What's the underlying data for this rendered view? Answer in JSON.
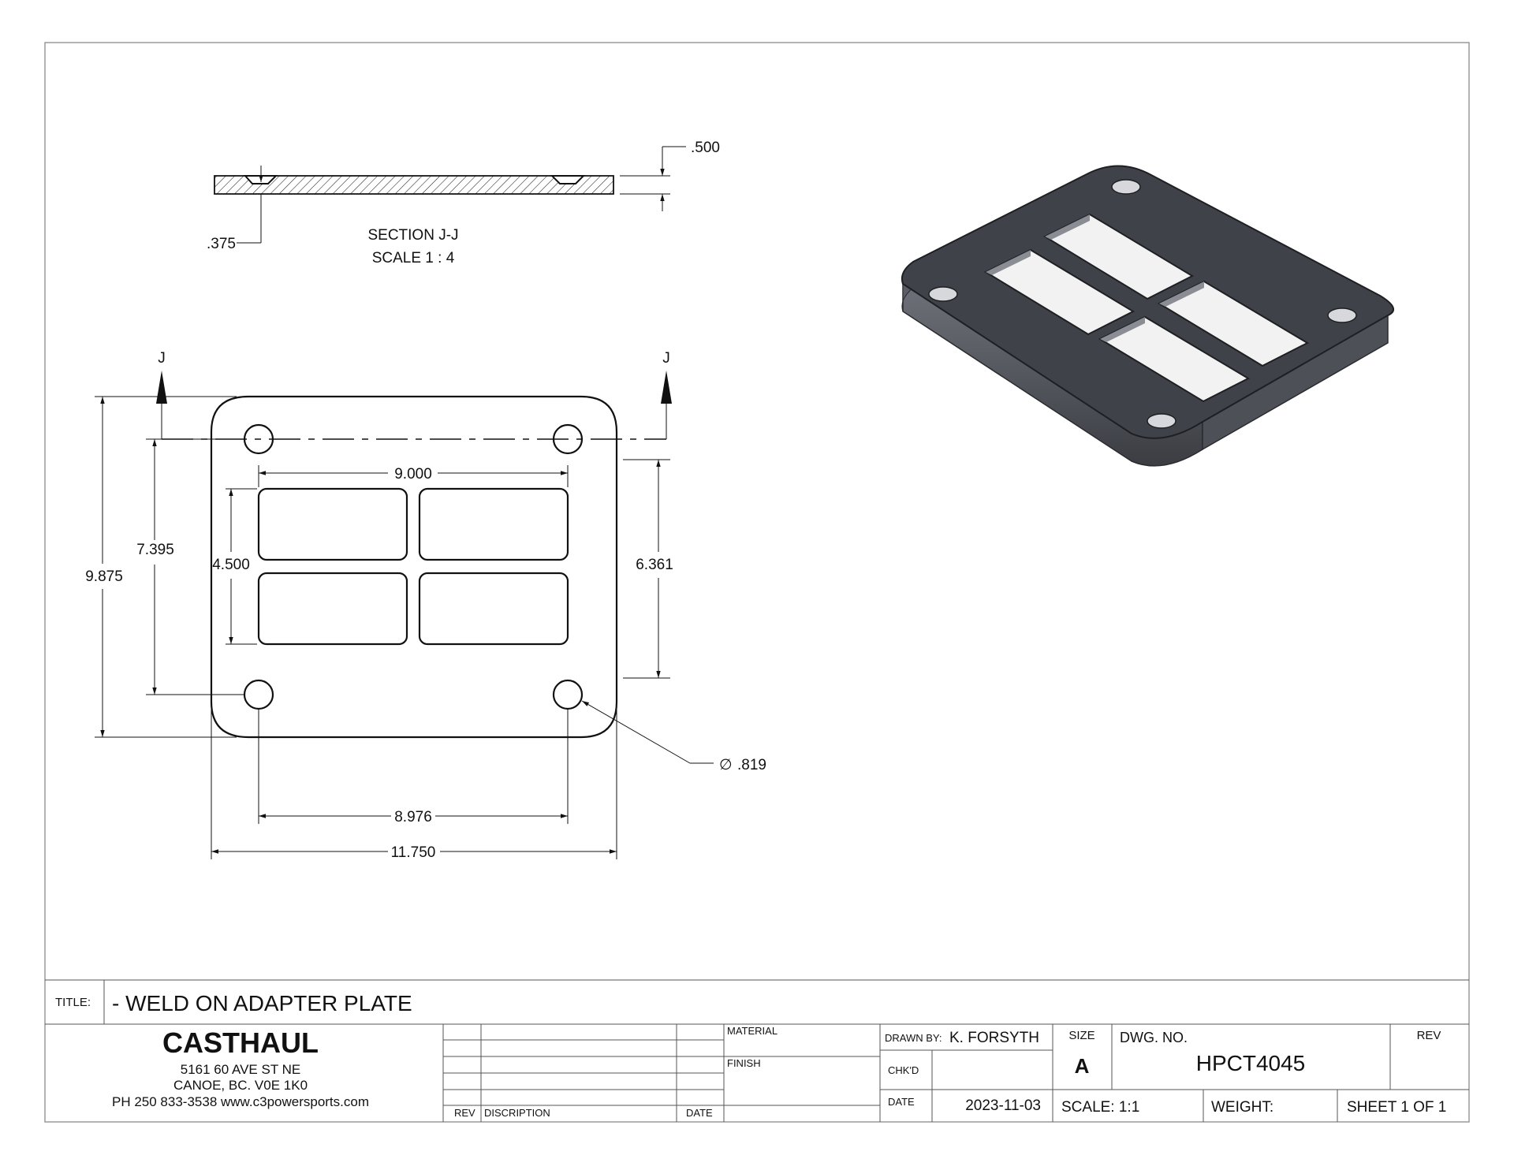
{
  "section_view": {
    "thickness_dim": ".500",
    "counterbore_dim": ".375",
    "label_line1": "SECTION J-J",
    "label_line2": "SCALE 1 : 4"
  },
  "front_view": {
    "section_marker": "J",
    "dims": {
      "overall_height": "9.875",
      "bolt_vertical": "7.395",
      "slot_height": "4.500",
      "slot_width": "9.000",
      "right_height": "6.361",
      "hole_diameter": ".819",
      "bolt_horizontal": "8.976",
      "overall_width": "11.750"
    },
    "diameter_symbol": "∅"
  },
  "title_block": {
    "title_label": "TITLE:",
    "title": "- WELD ON ADAPTER PLATE",
    "company": {
      "name": "CASTHAUL",
      "address1": "5161 60 AVE ST NE",
      "address2": "CANOE, BC.  V0E 1K0",
      "contact": "PH 250 833-3538  www.c3powersports.com"
    },
    "revision_table": {
      "rev": "REV",
      "description": "DISCRIPTION",
      "date": "DATE"
    },
    "material_label": "MATERIAL",
    "finish_label": "FINISH",
    "drawn_by_label": "DRAWN BY:",
    "drawn_by": "K. FORSYTH",
    "checked_label": "CHK'D",
    "date_label": "DATE",
    "date": "2023-11-03",
    "size_label": "SIZE",
    "size": "A",
    "dwg_no_label": "DWG.  NO.",
    "dwg_no": "HPCT4045",
    "rev_label": "REV",
    "scale": "SCALE: 1:1",
    "weight": "WEIGHT:",
    "sheet": "SHEET 1 OF 1"
  }
}
